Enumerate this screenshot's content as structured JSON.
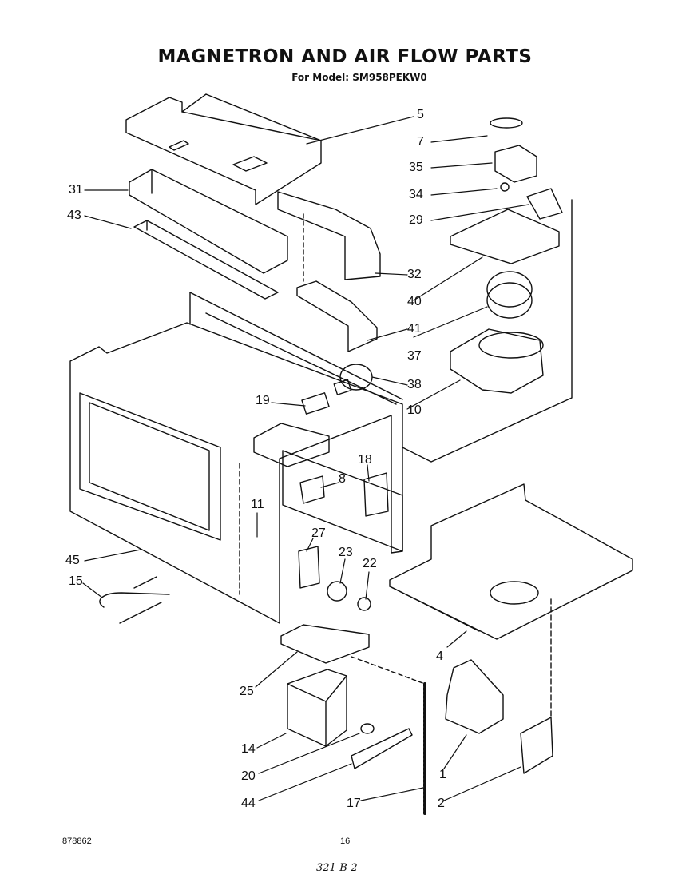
{
  "header": {
    "title": "MAGNETRON AND AIR FLOW PARTS",
    "subtitle": "For Model: SM958PEKW0"
  },
  "parts": [
    "5",
    "7",
    "35",
    "34",
    "29",
    "31",
    "43",
    "32",
    "40",
    "41",
    "37",
    "38",
    "10",
    "19",
    "18",
    "8",
    "11",
    "27",
    "23",
    "22",
    "45",
    "15",
    "4",
    "25",
    "14",
    "1",
    "20",
    "2",
    "44",
    "17"
  ],
  "footer": {
    "doc_number": "878862",
    "page_number": "16",
    "handwritten": "321-B-2"
  }
}
